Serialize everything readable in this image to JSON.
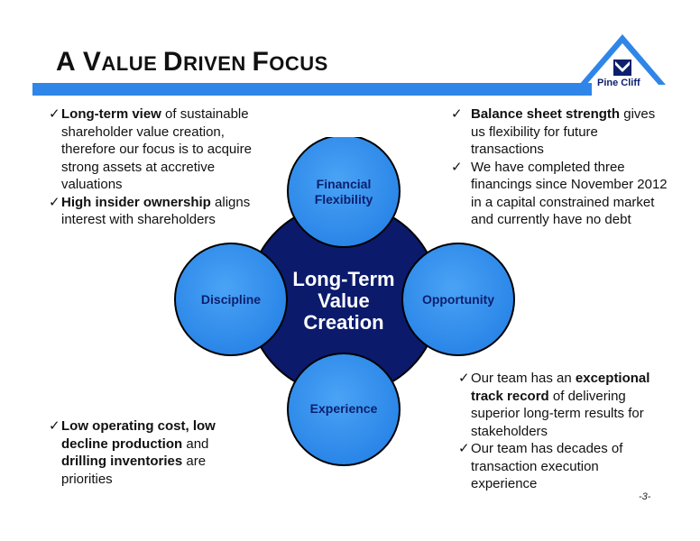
{
  "header": {
    "title_parts": [
      {
        "text": "A ",
        "cls": "big"
      },
      {
        "text": "V",
        "cls": "big"
      },
      {
        "text": "ALUE ",
        "cls": "small"
      },
      {
        "text": "D",
        "cls": "big"
      },
      {
        "text": "RIVEN ",
        "cls": "small"
      },
      {
        "text": "F",
        "cls": "big"
      },
      {
        "text": "OCUS",
        "cls": "small"
      }
    ],
    "logo_text": "Pine Cliff"
  },
  "colors": {
    "accent_blue": "#2f86e8",
    "circle_light": "#3592ee",
    "circle_dark": "#0b1a6b",
    "label_dark": "#0b1f6e"
  },
  "top_left": {
    "b1_bold": "Long-term view",
    "b1_rest": " of sustainable shareholder value creation, therefore our focus is to acquire strong assets at accretive valuations",
    "b2_bold": "High insider ownership",
    "b2_rest": " aligns interest with shareholders"
  },
  "top_right": {
    "b1_bold": "Balance sheet strength",
    "b1_rest": " gives us flexibility for future transactions",
    "b2": "We have completed three financings since November 2012 in a capital constrained market and currently have no debt"
  },
  "bottom_left": {
    "b1_bold1": "Low operating cost, low decline production",
    "b1_mid": " and ",
    "b1_bold2": "drilling inventories",
    "b1_rest": " are priorities"
  },
  "bottom_right": {
    "b1_pre": "Our team has an ",
    "b1_bold": "exceptional track record",
    "b1_rest": " of delivering superior long-term results for stakeholders",
    "b2": "Our team has decades of transaction execution experience"
  },
  "diagram": {
    "center_line1": "Long-Term",
    "center_line2": "Value",
    "center_line3": "Creation",
    "top_line1": "Financial",
    "top_line2": "Flexibility",
    "left": "Discipline",
    "right": "Opportunity",
    "bottom": "Experience"
  },
  "page_number": "-3-",
  "check_glyph": "✓"
}
